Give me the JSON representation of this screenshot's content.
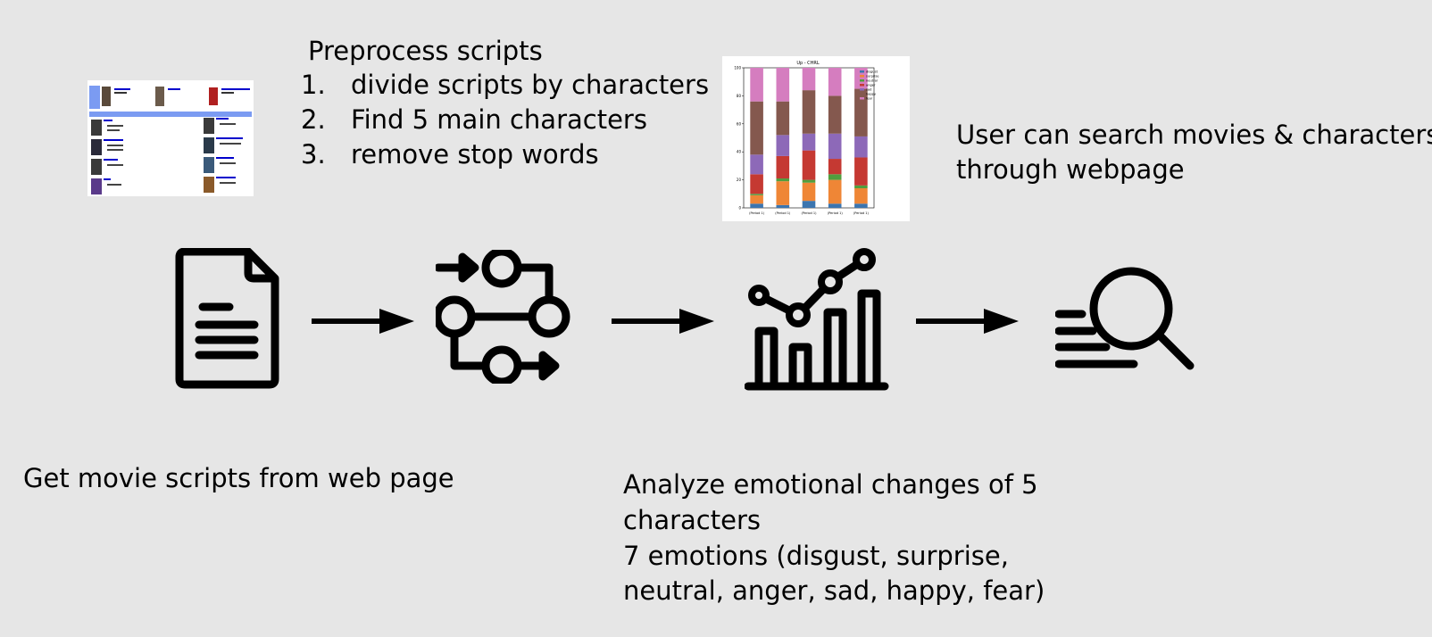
{
  "preprocess": {
    "heading": "Preprocess scripts",
    "steps": [
      {
        "num": "1.",
        "text": "divide scripts by characters"
      },
      {
        "num": "2.",
        "text": "Find 5 main characters"
      },
      {
        "num": "3.",
        "text": "remove stop words"
      }
    ]
  },
  "captions": {
    "get_scripts": "Get movie scripts from web page",
    "analyze_line1": "Analyze emotional changes of 5",
    "analyze_line2": "characters",
    "analyze_line3": "7 emotions (disgust, surprise,",
    "analyze_line4": "neutral, anger, sad, happy, fear)",
    "search_line1": "User can search movies & characters",
    "search_line2": "through webpage"
  },
  "icons": [
    "document-icon",
    "workflow-icon",
    "analytics-chart-icon",
    "search-icon"
  ],
  "colors": {
    "background": "#e6e6e6",
    "icon": "#000000",
    "web_link": "#0000cc",
    "web_header": "#7b9bf2"
  },
  "chart_data": {
    "type": "bar",
    "stacked": true,
    "title": "Up - CHRL",
    "categories": [
      "(Period 1)",
      "(Period 1)",
      "(Period 1)",
      "(Period 1)",
      "(Period 1)"
    ],
    "ylim": [
      0,
      100
    ],
    "yticks": [
      0,
      20,
      40,
      60,
      80,
      100
    ],
    "legend_position": "top-right",
    "series": [
      {
        "name": "disgust",
        "color": "#3b75af",
        "values": [
          3,
          2,
          5,
          3,
          3
        ]
      },
      {
        "name": "surprise",
        "color": "#ef8636",
        "values": [
          6,
          17,
          13,
          17,
          11
        ]
      },
      {
        "name": "neutral",
        "color": "#519e3e",
        "values": [
          1,
          2,
          2,
          4,
          2
        ]
      },
      {
        "name": "anger",
        "color": "#c53932",
        "values": [
          14,
          16,
          21,
          11,
          20
        ]
      },
      {
        "name": "sad",
        "color": "#8d69b8",
        "values": [
          14,
          15,
          12,
          18,
          15
        ]
      },
      {
        "name": "happy",
        "color": "#84584e",
        "values": [
          38,
          24,
          31,
          27,
          34
        ]
      },
      {
        "name": "fear",
        "color": "#d57dbf",
        "values": [
          24,
          24,
          16,
          20,
          15
        ]
      }
    ]
  }
}
